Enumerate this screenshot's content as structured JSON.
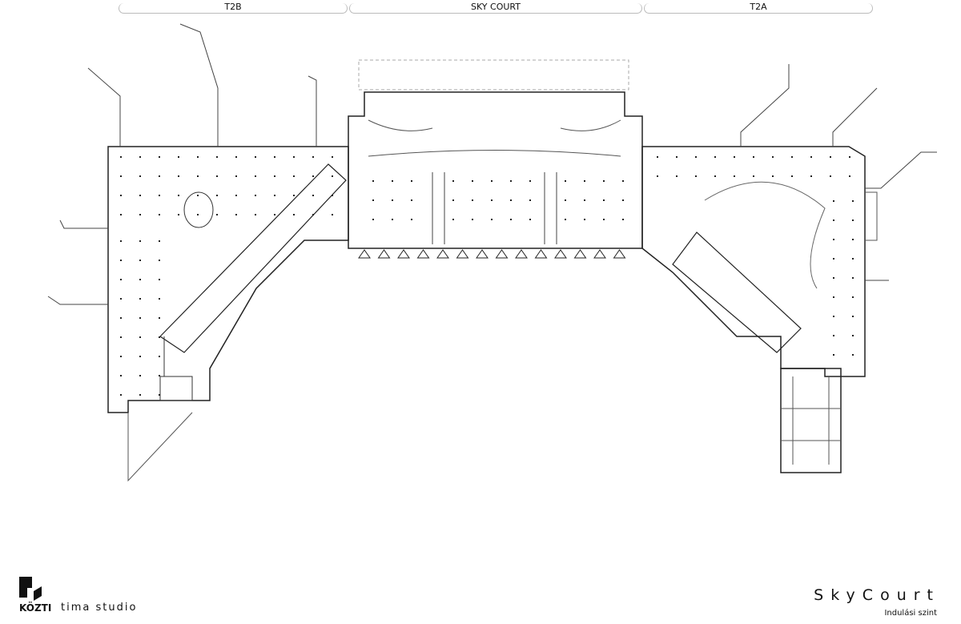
{
  "zones": [
    {
      "label": "T2B"
    },
    {
      "label": "SKY COURT"
    },
    {
      "label": "T2A"
    }
  ],
  "footer": {
    "logo_text": "KÖZTI",
    "studio": "tima studio",
    "title": "SkyCourt",
    "subtitle": "Indulási szint"
  }
}
